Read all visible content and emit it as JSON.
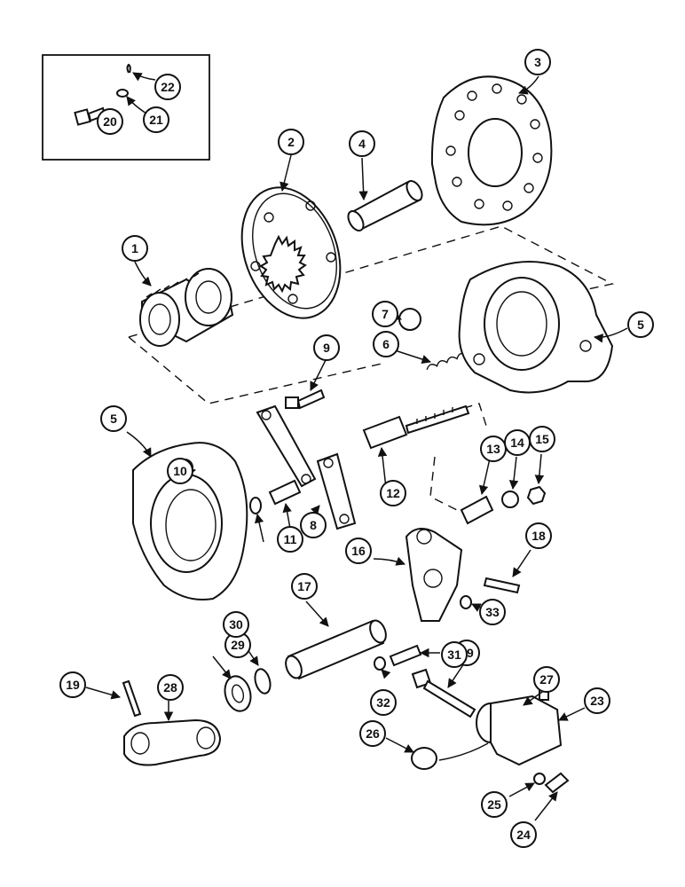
{
  "callouts": [
    "1",
    "2",
    "3",
    "4",
    "5",
    "5",
    "6",
    "7",
    "8",
    "9",
    "10",
    "11",
    "12",
    "13",
    "14",
    "15",
    "16",
    "17",
    "18",
    "19",
    "19",
    "20",
    "21",
    "22",
    "23",
    "24",
    "25",
    "26",
    "27",
    "28",
    "29",
    "30",
    "31",
    "32",
    "33",
    "33"
  ]
}
